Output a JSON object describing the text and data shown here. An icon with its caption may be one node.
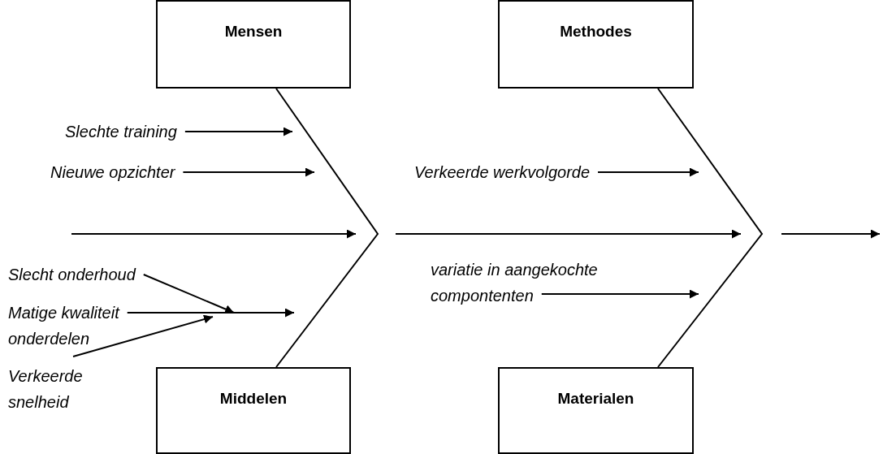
{
  "diagram": {
    "nodes": [
      {
        "text": [
          "Mensen"
        ]
      },
      {
        "text": [
          "Methodes"
        ]
      },
      {
        "text": [
          "Middelen"
        ]
      },
      {
        "text": [
          "Materialen"
        ]
      },
      {
        "text": [
          "Slechte training"
        ]
      },
      {
        "text": [
          "Nieuwe opzichter"
        ]
      },
      {
        "text": [
          "Verkeerde werkvolgorde"
        ]
      },
      {
        "text": [
          "variatie in aangekochte compontenten"
        ]
      },
      {
        "text": [
          "Slecht onderhoud"
        ]
      },
      {
        "text": [
          "Matige kwaliteit onderdelen"
        ]
      },
      {
        "text": [
          "Verkeerde snelheid"
        ]
      }
    ],
    "edges": [
      {
        "from": 4,
        "to": null,
        "arrow": "to"
      },
      {
        "from": 5,
        "to": null,
        "arrow": "to"
      },
      {
        "from": 6,
        "to": null,
        "arrow": "to"
      },
      {
        "from": 7,
        "to": null,
        "arrow": "to"
      },
      {
        "from": 8,
        "to": null,
        "arrow": "to"
      },
      {
        "from": 9,
        "to": null,
        "arrow": "to"
      },
      {
        "from": 10,
        "to": null,
        "arrow": "to"
      },
      {
        "from": 0,
        "to": 2,
        "arrow": "none"
      },
      {
        "from": 1,
        "to": 3,
        "arrow": "none"
      }
    ]
  }
}
